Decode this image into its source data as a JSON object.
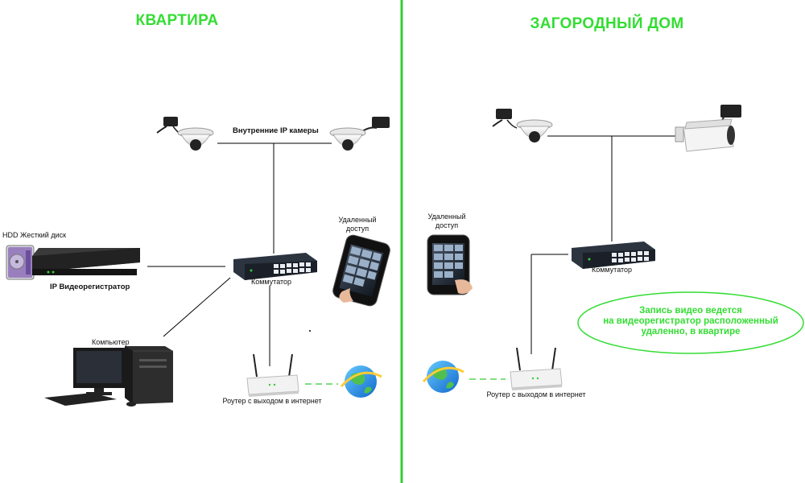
{
  "zones": {
    "apartment_title": "КВАРТИРА",
    "country_house_title": "ЗАГОРОДНЫЙ ДОМ"
  },
  "apartment": {
    "cameras_label": "Внутренние IP камеры",
    "hdd_label": "HDD Жесткий диск",
    "nvr_label": "IP Видеорегистратор",
    "switch_label": "Коммутатор",
    "remote_label_1": "Удаленный",
    "remote_label_2": "доступ",
    "computer_label": "Компьютер",
    "router_label": "Роутер с выходом в интернет"
  },
  "country_house": {
    "remote_label_1": "Удаленный",
    "remote_label_2": "доступ",
    "switch_label": "Коммутатор",
    "router_label": "Роутер с выходом в интернет",
    "note_lines": [
      "Запись видео ведется",
      "на видеорегистратор расположенный",
      "удаленно, в квартире"
    ]
  },
  "colors": {
    "accent_green": "#33dd33",
    "divider_green": "#33cc33",
    "line": "#000000"
  }
}
